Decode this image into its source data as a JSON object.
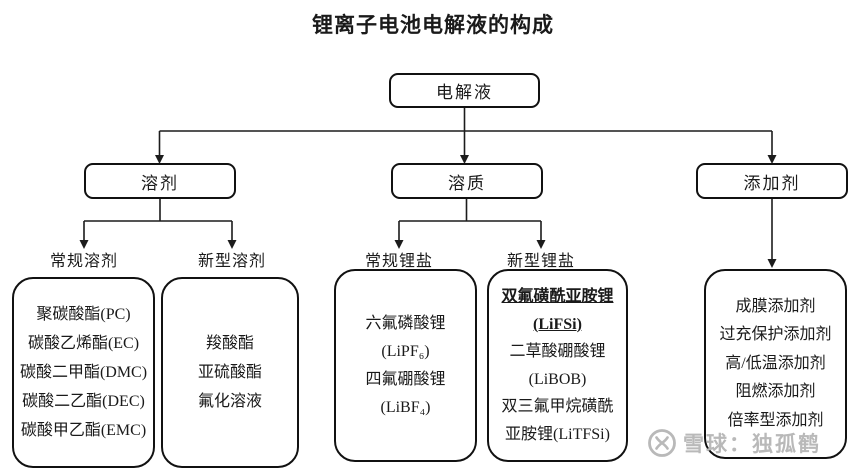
{
  "title": "锂离子电池电解液的构成",
  "root": {
    "label": "电解液"
  },
  "branches": [
    {
      "label": "溶剂"
    },
    {
      "label": "溶质"
    },
    {
      "label": "添加剂"
    }
  ],
  "group_labels": [
    "常规溶剂",
    "新型溶剂",
    "常规锂盐",
    "新型锂盐"
  ],
  "leaf_boxes": [
    {
      "group": "常规溶剂",
      "items": [
        "聚碳酸酯(PC)",
        "碳酸乙烯酯(EC)",
        "碳酸二甲酯(DMC)",
        "碳酸二乙酯(DEC)",
        "碳酸甲乙酯(EMC)"
      ]
    },
    {
      "group": "新型溶剂",
      "items": [
        "羧酸酯",
        "亚硫酸酯",
        "氟化溶液"
      ]
    },
    {
      "group": "常规锂盐",
      "items": [
        "六氟磷酸锂",
        "(LiPF₆)",
        "四氟硼酸锂",
        "(LiBF₄)"
      ]
    },
    {
      "group": "新型锂盐",
      "items": [
        "双氟磺酰亚胺锂",
        "(LiFSi)",
        "二草酸硼酸锂",
        "(LiBOB)",
        "双三氟甲烷磺酰",
        "亚胺锂(LiTFSi)"
      ]
    },
    {
      "group": "添加剂",
      "items": [
        "成膜添加剂",
        "过充保护添加剂",
        "高/低温添加剂",
        "阻燃添加剂",
        "倍率型添加剂"
      ]
    }
  ],
  "watermark": {
    "text": "雪球：独孤鹤"
  },
  "colors": {
    "line": "#1c1c1c",
    "border": "#111111",
    "text": "#1a1a1a",
    "watermark": "#b9b9b9",
    "background": "#ffffff"
  }
}
